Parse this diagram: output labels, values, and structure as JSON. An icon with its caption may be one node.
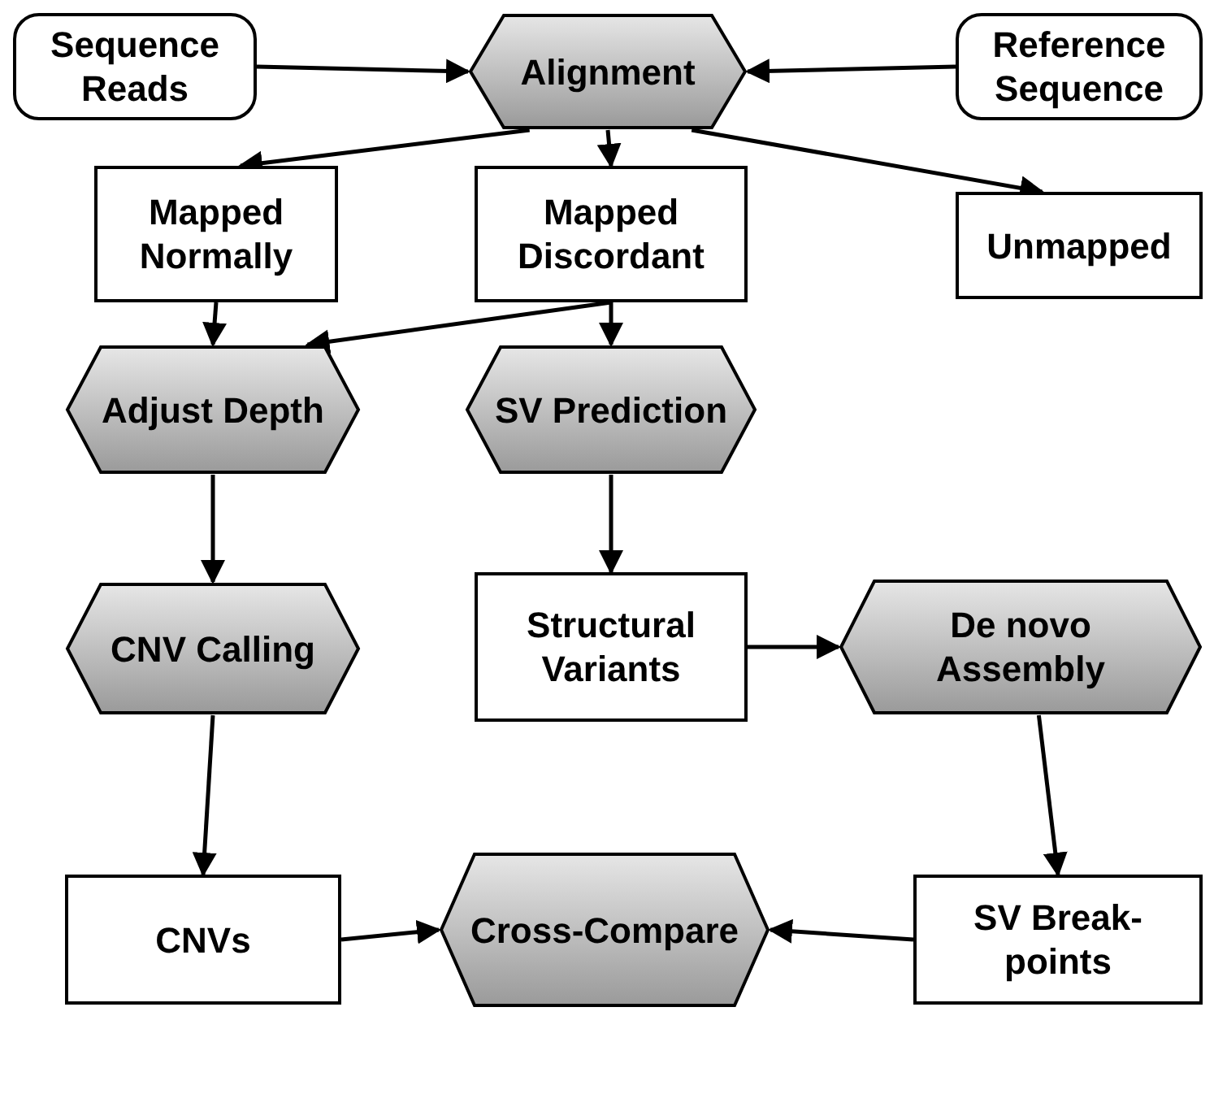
{
  "diagram": {
    "nodes": [
      {
        "text": [
          "Sequence Reads"
        ]
      },
      {
        "text": [
          "Alignment"
        ]
      },
      {
        "text": [
          "Reference Sequence"
        ]
      },
      {
        "text": [
          "Mapped Normally"
        ]
      },
      {
        "text": [
          "Mapped Discordant"
        ]
      },
      {
        "text": [
          "Unmapped"
        ]
      },
      {
        "text": [
          "Adjust Depth"
        ]
      },
      {
        "text": [
          "SV Prediction"
        ]
      },
      {
        "text": [
          "CNV Calling"
        ]
      },
      {
        "text": [
          "Structural Variants"
        ]
      },
      {
        "text": [
          "De novo Assembly"
        ]
      },
      {
        "text": [
          "CNVs"
        ]
      },
      {
        "text": [
          "Cross-Compare"
        ]
      },
      {
        "text": [
          "SV Break-points"
        ]
      }
    ],
    "edges": [
      {
        "from": 0,
        "to": 1,
        "arrow": "to"
      },
      {
        "from": 2,
        "to": 1,
        "arrow": "to"
      },
      {
        "from": 1,
        "to": 3,
        "arrow": "to"
      },
      {
        "from": 1,
        "to": 4,
        "arrow": "to"
      },
      {
        "from": 1,
        "to": 5,
        "arrow": "to"
      },
      {
        "from": 3,
        "to": 6,
        "arrow": "to"
      },
      {
        "from": 4,
        "to": 6,
        "arrow": "to"
      },
      {
        "from": 4,
        "to": 7,
        "arrow": "to"
      },
      {
        "from": 6,
        "to": 8,
        "arrow": "to"
      },
      {
        "from": 7,
        "to": 9,
        "arrow": "to"
      },
      {
        "from": 9,
        "to": 10,
        "arrow": "to"
      },
      {
        "from": 10,
        "to": 13,
        "arrow": "to"
      },
      {
        "from": 8,
        "to": 11,
        "arrow": "to"
      },
      {
        "from": 11,
        "to": 12,
        "arrow": "to"
      },
      {
        "from": 13,
        "to": 12,
        "arrow": "to"
      }
    ]
  }
}
